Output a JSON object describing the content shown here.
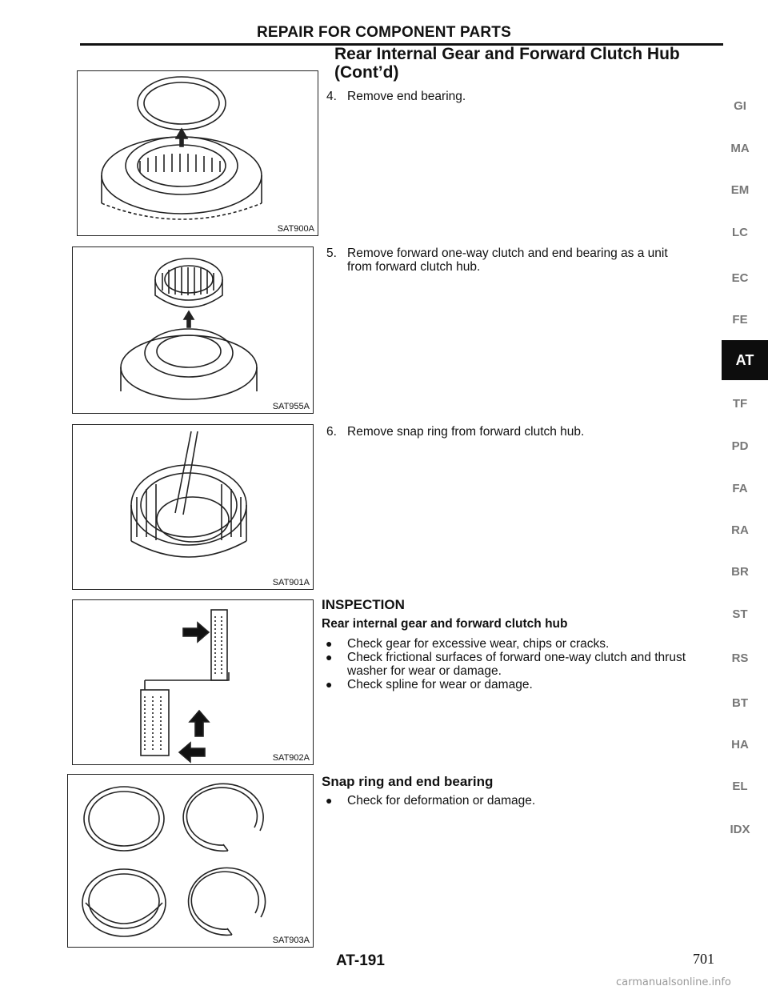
{
  "header": {
    "title": "REPAIR FOR COMPONENT PARTS"
  },
  "section": {
    "title_line1": "Rear Internal Gear and Forward Clutch Hub",
    "title_line2": "(Cont’d)"
  },
  "steps": [
    {
      "num": "4.",
      "text": "Remove end bearing."
    },
    {
      "num": "5.",
      "line1": "Remove forward one-way clutch and end bearing as a unit",
      "line2": "from forward clutch hub."
    },
    {
      "num": "6.",
      "text": "Remove snap ring from forward clutch hub."
    }
  ],
  "inspection": {
    "heading": "INSPECTION",
    "sub1": "Rear internal gear and forward clutch hub",
    "bullets1": [
      "Check gear for excessive wear, chips or cracks.",
      "Check frictional surfaces of forward one-way clutch and thrust",
      "washer for wear or damage.",
      "Check spline for wear or damage."
    ],
    "sub2": "Snap ring and end bearing",
    "bullets2": [
      "Check for deformation or damage."
    ]
  },
  "figures": [
    "SAT900A",
    "SAT955A",
    "SAT901A",
    "SAT902A",
    "SAT903A"
  ],
  "sidebar": {
    "tabs": [
      "GI",
      "MA",
      "EM",
      "LC",
      "EC",
      "FE",
      "AT",
      "TF",
      "PD",
      "FA",
      "RA",
      "BR",
      "ST",
      "RS",
      "BT",
      "HA",
      "EL",
      "IDX"
    ],
    "active": "AT"
  },
  "footer": {
    "page_code": "AT-191",
    "page_number": "701",
    "watermark": "carmanualsonline.info"
  }
}
